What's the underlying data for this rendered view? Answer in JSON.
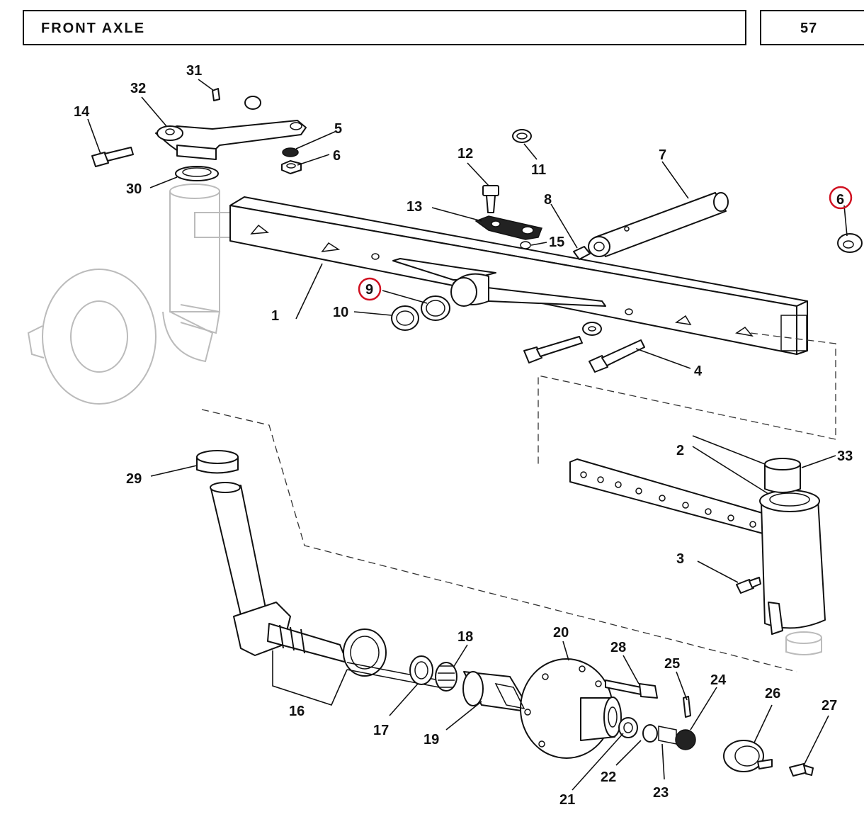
{
  "header": {
    "title": "FRONT  AXLE",
    "page_number": "57"
  },
  "callouts": {
    "n1": "1",
    "n2": "2",
    "n3": "3",
    "n4": "4",
    "n5": "5",
    "n6": "6",
    "n6b": "6",
    "n7": "7",
    "n8": "8",
    "n9": "9",
    "n10": "10",
    "n11": "11",
    "n12": "12",
    "n13": "13",
    "n14": "14",
    "n15": "15",
    "n16": "16",
    "n17": "17",
    "n18": "18",
    "n19": "19",
    "n20": "20",
    "n21": "21",
    "n22": "22",
    "n23": "23",
    "n24": "24",
    "n25": "25",
    "n26": "26",
    "n27": "27",
    "n28": "28",
    "n29": "29",
    "n30": "30",
    "n31": "31",
    "n32": "32",
    "n33": "33"
  },
  "highlighted_callouts": [
    "6",
    "9"
  ],
  "colors": {
    "highlight": "#d01020",
    "line": "#111111",
    "ghost": "#bbbbbb"
  }
}
